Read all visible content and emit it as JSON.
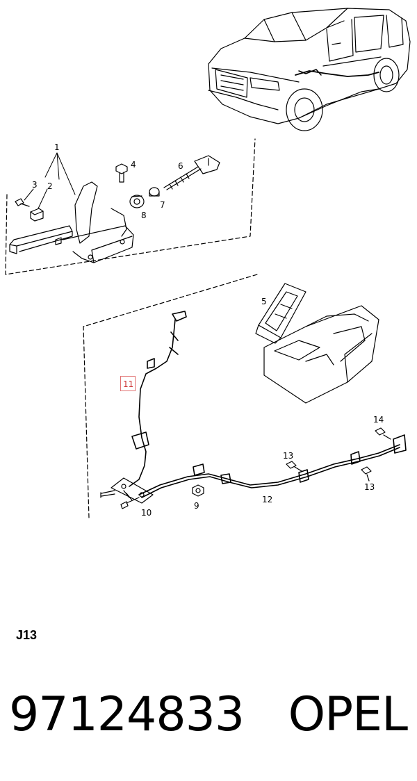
{
  "diagram": {
    "callouts": [
      {
        "id": "1",
        "label": "1"
      },
      {
        "id": "2",
        "label": "2"
      },
      {
        "id": "3",
        "label": "3"
      },
      {
        "id": "4",
        "label": "4"
      },
      {
        "id": "5",
        "label": "5"
      },
      {
        "id": "6",
        "label": "6"
      },
      {
        "id": "7",
        "label": "7"
      },
      {
        "id": "8",
        "label": "8"
      },
      {
        "id": "9",
        "label": "9"
      },
      {
        "id": "10",
        "label": "10"
      },
      {
        "id": "11",
        "label": "11",
        "highlighted": true
      },
      {
        "id": "12",
        "label": "12"
      },
      {
        "id": "13a",
        "label": "13"
      },
      {
        "id": "13b",
        "label": "13"
      },
      {
        "id": "14",
        "label": "14"
      }
    ],
    "highlight_color": "#cc3333"
  },
  "section_code": "J13",
  "footer": {
    "part_number": "97124833",
    "brand": "OPEL"
  }
}
